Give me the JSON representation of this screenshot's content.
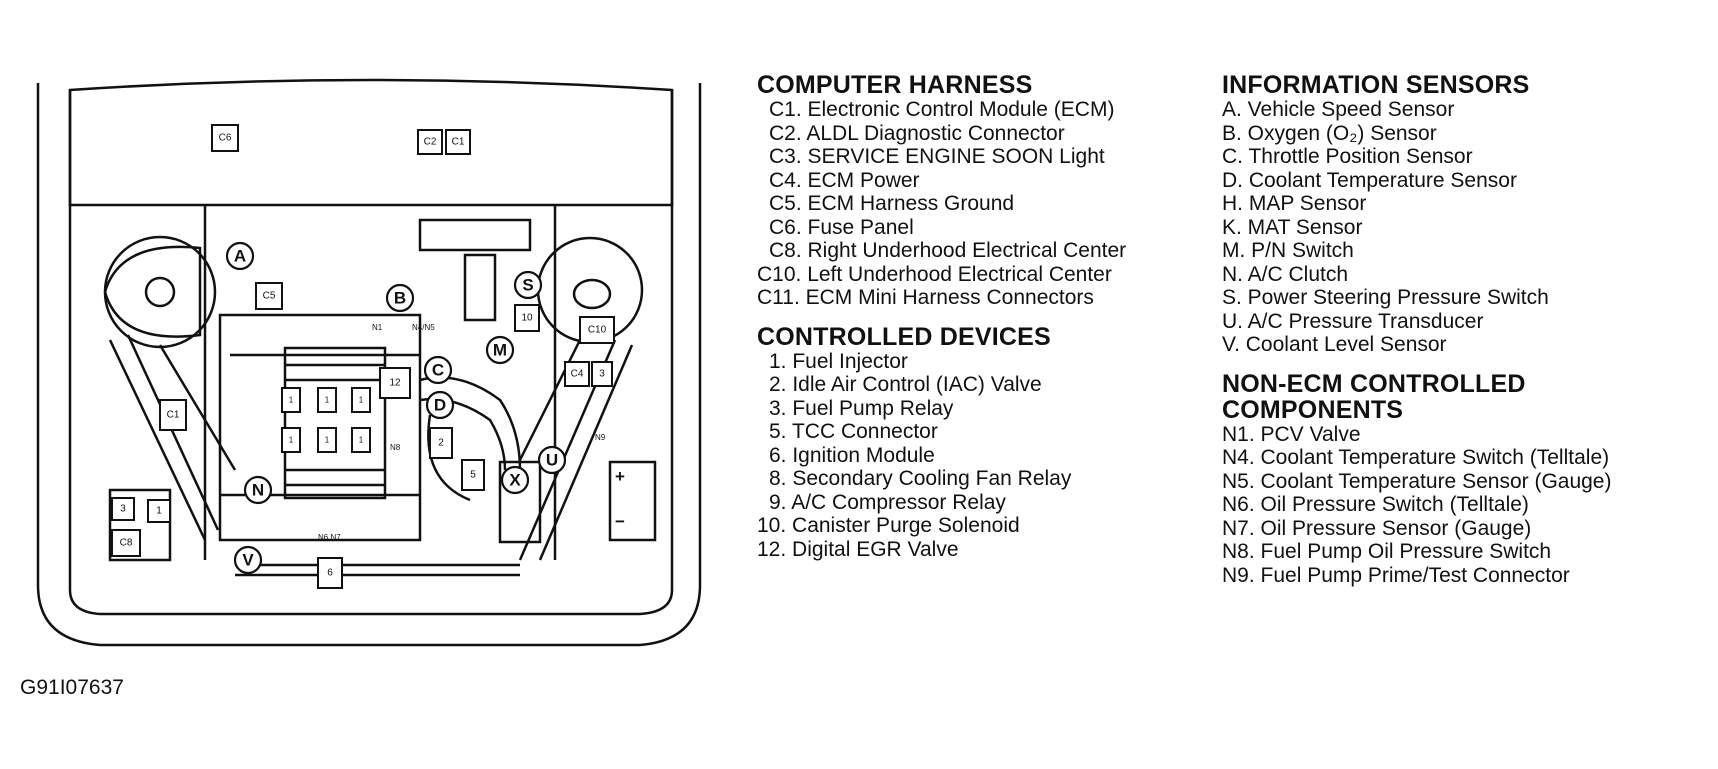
{
  "figure_id": "G91I07637",
  "sections": {
    "computer_harness": {
      "title": "COMPUTER HARNESS",
      "items": [
        "C1. Electronic Control Module (ECM)",
        "C2. ALDL Diagnostic Connector",
        "C3. SERVICE ENGINE SOON Light",
        "C4. ECM Power",
        "C5. ECM Harness Ground",
        "C6. Fuse Panel",
        "C8. Right Underhood Electrical Center",
        "C10. Left Underhood Electrical Center",
        "C11. ECM Mini Harness Connectors"
      ]
    },
    "controlled_devices": {
      "title": "CONTROLLED DEVICES",
      "items": [
        "1. Fuel Injector",
        "2. Idle Air Control (IAC) Valve",
        "3. Fuel Pump Relay",
        "5. TCC Connector",
        "6. Ignition Module",
        "8. Secondary Cooling Fan Relay",
        "9. A/C Compressor Relay",
        "10. Canister Purge Solenoid",
        "12. Digital EGR Valve"
      ]
    },
    "information_sensors": {
      "title": "INFORMATION SENSORS",
      "items": [
        "A. Vehicle Speed Sensor",
        "B. Oxygen (O₂) Sensor",
        "C. Throttle Position Sensor",
        "D. Coolant Temperature Sensor",
        "H. MAP Sensor",
        "K. MAT Sensor",
        "M. P/N Switch",
        "N. A/C Clutch",
        "S. Power Steering Pressure Switch",
        "U. A/C Pressure Transducer",
        "V. Coolant Level Sensor"
      ]
    },
    "non_ecm": {
      "title_line1": "NON-ECM CONTROLLED",
      "title_line2": "COMPONENTS",
      "items": [
        "N1. PCV Valve",
        "N4. Coolant Temperature Switch (Telltale)",
        "N5. Coolant Temperature Sensor (Gauge)",
        "N6. Oil Pressure Switch (Telltale)",
        "N7. Oil Pressure Sensor (Gauge)",
        "N8. Fuel Pump Oil Pressure Switch",
        "N9. Fuel Pump Prime/Test Connector"
      ]
    }
  },
  "diagram_labels": {
    "circles": {
      "A": "A",
      "B": "B",
      "C": "C",
      "D": "D",
      "M": "M",
      "S": "S",
      "N": "N",
      "V": "V",
      "X": "X",
      "U": "U"
    },
    "boxes": {
      "c6": "C6",
      "c2": "C2",
      "c1": "C1",
      "c5": "C5",
      "c10": "C10",
      "c4": "C4",
      "b3": "3",
      "n10": "10",
      "b12": "12",
      "b2": "2",
      "b5": "5",
      "b6": "6",
      "c1_left": "C1",
      "l3": "3",
      "l_sq": "1",
      "l_c8": "C8",
      "inj_1": "1",
      "inj_2": "1",
      "inj_3": "1",
      "inj_4": "1",
      "inj_5": "1",
      "inj_6": "1"
    },
    "texts": {
      "n1": "N1",
      "n4n5": "N4/N5",
      "n8": "N8",
      "n6n7": "N6 N7",
      "n9": "N9",
      "plus": "+",
      "minus": "−"
    }
  }
}
